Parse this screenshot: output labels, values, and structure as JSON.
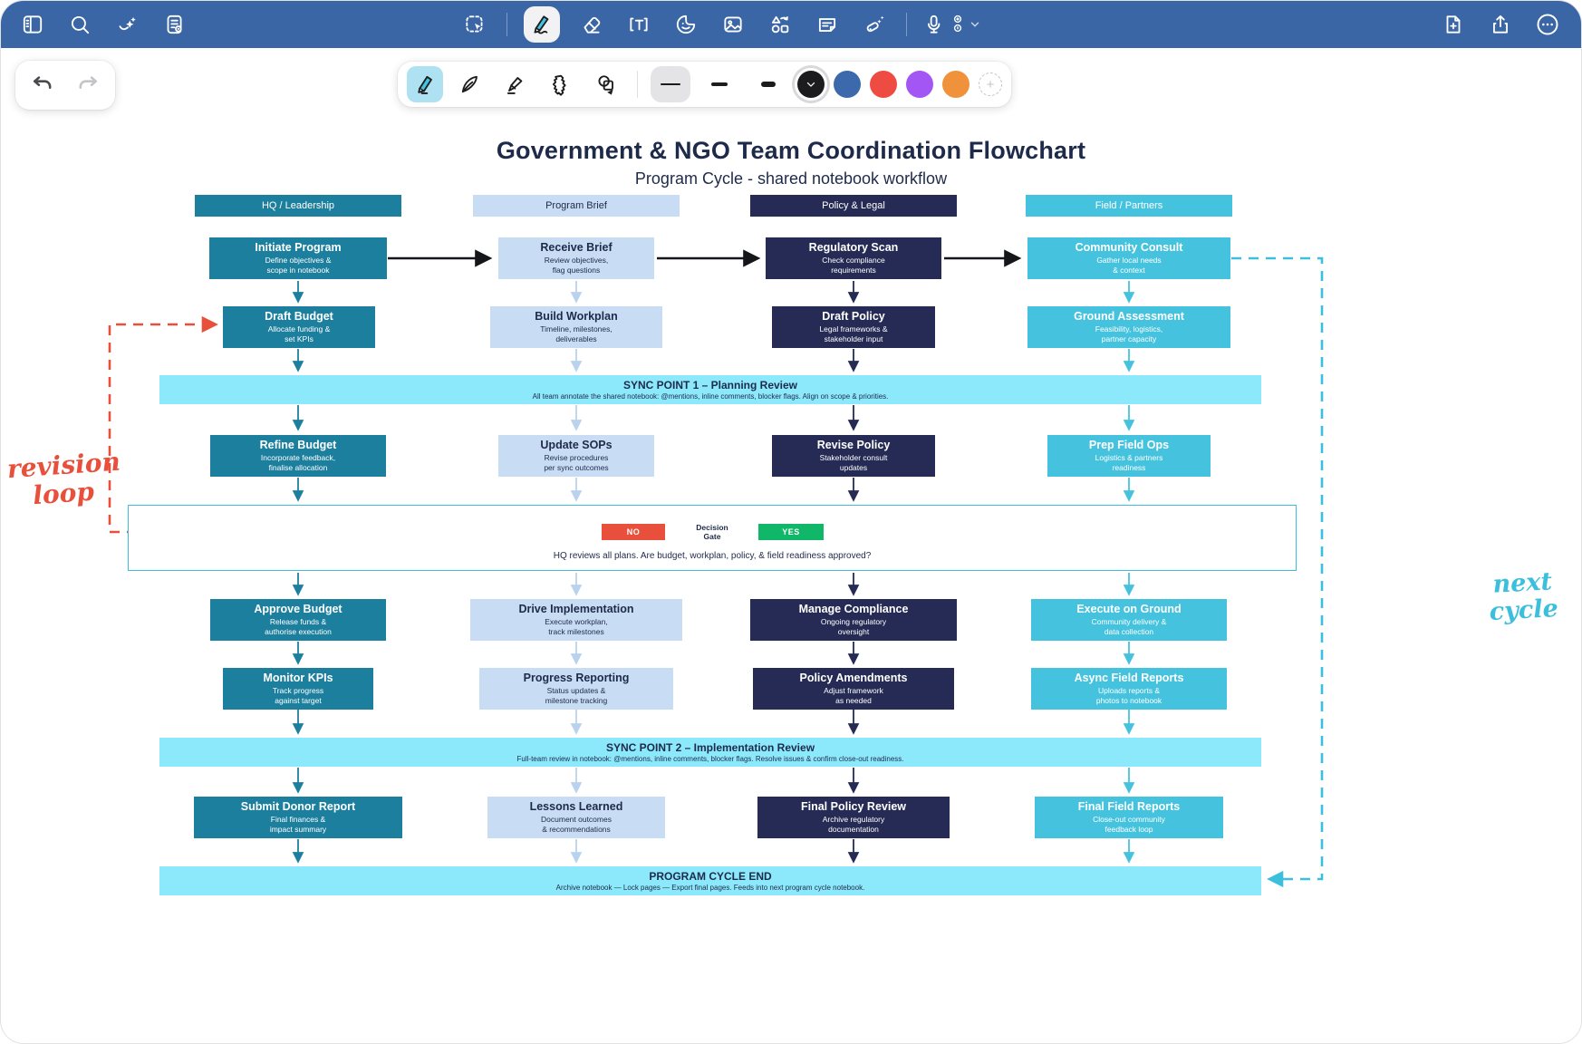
{
  "topbar": {
    "icons": [
      "sidebar",
      "search",
      "ai-sparkle",
      "document-view",
      "lasso-select",
      "pen",
      "eraser",
      "text",
      "sticker",
      "image",
      "shapes",
      "note-card",
      "laser-pointer",
      "record-audio",
      "add-page",
      "share",
      "more"
    ]
  },
  "pen_toolbar": {
    "tools": [
      "pen",
      "fountain-pen",
      "highlighter",
      "shape-pen",
      "shape-recognition"
    ],
    "active_tool": "pen",
    "stroke_sizes": [
      "thin",
      "medium",
      "thick"
    ],
    "selected_stroke": "thin",
    "colors": {
      "black": "#1c1c1e",
      "blue": "#3b69ac",
      "red": "#ee4b42",
      "purple": "#a356f4",
      "orange": "#f0923c"
    },
    "selected_color": "black"
  },
  "flow": {
    "title": "Government & NGO Team Coordination Flowchart",
    "subtitle": "Program Cycle - shared notebook workflow",
    "palette": {
      "teal": "#1d7f9e",
      "light_blue": "#c8ddf4",
      "navy": "#252b54",
      "cyan": "#45c3de",
      "banner": "#8ce9fc",
      "red": "#e8503c",
      "green": "#10b768",
      "yellow": "#f8de69",
      "text_navy": "#1e2a4a",
      "topbar_blue": "#3a66a6"
    },
    "columns": [
      {
        "header": "HQ / Leadership",
        "steps": [
          {
            "title": "Initiate Program",
            "sub": "Define objectives &\nscope in notebook"
          },
          {
            "title": "Draft Budget",
            "sub": "Allocate funding &\nset KPIs"
          },
          {
            "title": "Refine Budget",
            "sub": "Incorporate feedback,\nfinalise allocation"
          },
          {
            "title": "Approve Budget",
            "sub": "Release funds &\nauthorise execution"
          },
          {
            "title": "Monitor KPIs",
            "sub": "Track progress\nagainst target"
          },
          {
            "title": "Submit Donor Report",
            "sub": "Final finances &\nimpact summary"
          }
        ]
      },
      {
        "header": "Program Brief",
        "steps": [
          {
            "title": "Receive Brief",
            "sub": "Review objectives,\nflag questions"
          },
          {
            "title": "Build Workplan",
            "sub": "Timeline, milestones,\ndeliverables"
          },
          {
            "title": "Update SOPs",
            "sub": "Revise procedures\nper sync outcomes"
          },
          {
            "title": "Drive Implementation",
            "sub": "Execute workplan,\ntrack milestones"
          },
          {
            "title": "Progress Reporting",
            "sub": "Status updates &\nmilestone tracking"
          },
          {
            "title": "Lessons Learned",
            "sub": "Document outcomes\n& recommendations"
          }
        ]
      },
      {
        "header": "Policy & Legal",
        "steps": [
          {
            "title": "Regulatory Scan",
            "sub": "Check compliance\nrequirements"
          },
          {
            "title": "Draft Policy",
            "sub": "Legal frameworks &\nstakeholder input"
          },
          {
            "title": "Revise Policy",
            "sub": "Stakeholder consult\nupdates"
          },
          {
            "title": "Manage Compliance",
            "sub": "Ongoing regulatory\noversight"
          },
          {
            "title": "Policy Amendments",
            "sub": "Adjust framework\nas needed"
          },
          {
            "title": "Final Policy Review",
            "sub": "Archive regulatory\ndocumentation"
          }
        ]
      },
      {
        "header": "Field / Partners",
        "steps": [
          {
            "title": "Community Consult",
            "sub": "Gather local needs\n& context"
          },
          {
            "title": "Ground Assessment",
            "sub": "Feasibility, logistics,\npartner capacity"
          },
          {
            "title": "Prep Field Ops",
            "sub": "Logistics & partners\nreadiness"
          },
          {
            "title": "Execute on Ground",
            "sub": "Community delivery &\ndata collection"
          },
          {
            "title": "Async Field Reports",
            "sub": "Uploads reports &\nphotos to notebook"
          },
          {
            "title": "Final Field Reports",
            "sub": "Close-out community\nfeedback loop"
          }
        ]
      }
    ],
    "sync1": {
      "title": "SYNC POINT 1 – Planning Review",
      "sub": "All team annotate the shared notebook: @mentions, inline comments, blocker flags. Align on scope & priorities."
    },
    "sync2": {
      "title": "SYNC POINT 2 – Implementation Review",
      "sub": "Full-team review in notebook: @mentions, inline comments, blocker flags. Resolve issues & confirm close-out readiness."
    },
    "end": {
      "title": "PROGRAM CYCLE END",
      "sub": "Archive notebook — Lock pages — Export final pages. Feeds into next program cycle notebook."
    },
    "decision": {
      "no": "NO",
      "yes": "YES",
      "gate": "Decision\nGate",
      "question": "HQ reviews all plans. Are budget, workplan, policy, & field readiness approved?"
    },
    "annotations": {
      "revision_loop": "revision\nloop",
      "next_cycle": "next\ncycle"
    }
  }
}
